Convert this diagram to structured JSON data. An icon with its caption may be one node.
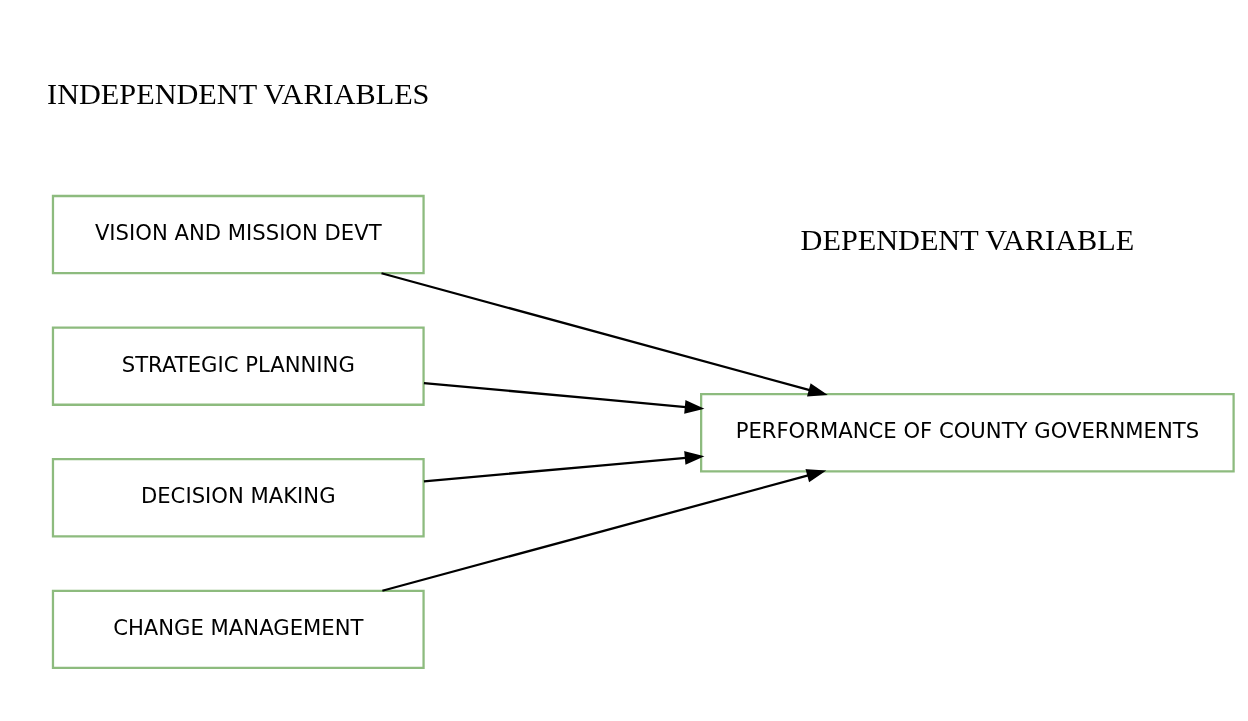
{
  "diagram": {
    "nodes": [
      {
        "text": [
          "VISION AND MISSION DEVT"
        ]
      },
      {
        "text": [
          "STRATEGIC PLANNING"
        ]
      },
      {
        "text": [
          "DECISION MAKING"
        ]
      },
      {
        "text": [
          "CHANGE MANAGEMENT"
        ]
      },
      {
        "text": [
          "PERFORMANCE OF COUNTY GOVERNMENTS"
        ]
      }
    ],
    "edges": [
      {
        "from": 0,
        "to": 4,
        "arrow": "to"
      },
      {
        "from": 1,
        "to": 4,
        "arrow": "to"
      },
      {
        "from": 2,
        "to": 4,
        "arrow": "to"
      },
      {
        "from": 3,
        "to": 4,
        "arrow": "to"
      }
    ],
    "labels": [
      "INDEPENDENT VARIABLES",
      "DEPENDENT VARIABLE"
    ]
  }
}
